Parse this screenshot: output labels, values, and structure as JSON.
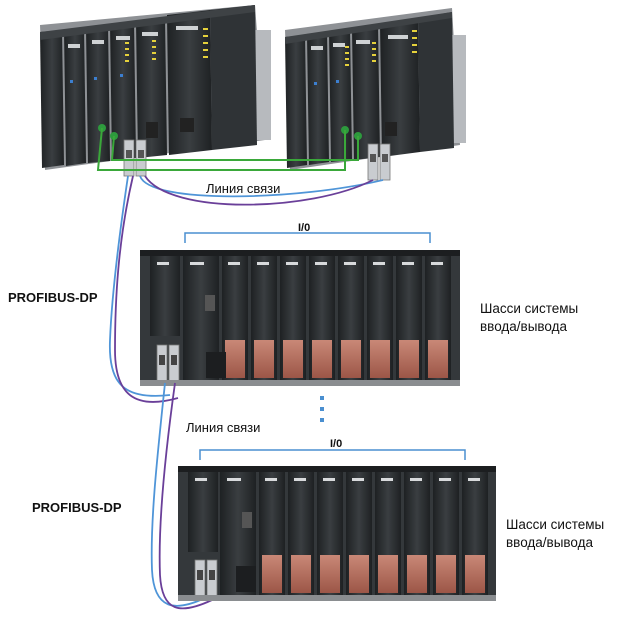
{
  "labels": {
    "link_top": "Линия связи",
    "link_mid": "Линия связи",
    "io_top": "I/0",
    "io_bottom": "I/0",
    "profibus_top": "PROFIBUS-DP",
    "profibus_bottom": "PROFIBUS-DP",
    "chassis_top_line1": "Шасси системы",
    "chassis_top_line2": "ввода/вывода",
    "chassis_bottom_line1": "Шасси системы",
    "chassis_bottom_line2": "ввода/вывода"
  },
  "colors": {
    "green_cable": "#3aa83a",
    "blue_cable": "#4f95d8",
    "purple_cable": "#6a3f99",
    "bracket": "#4a8fd0",
    "module_body": "#2b2e30",
    "terminal": "#b86e5e"
  }
}
